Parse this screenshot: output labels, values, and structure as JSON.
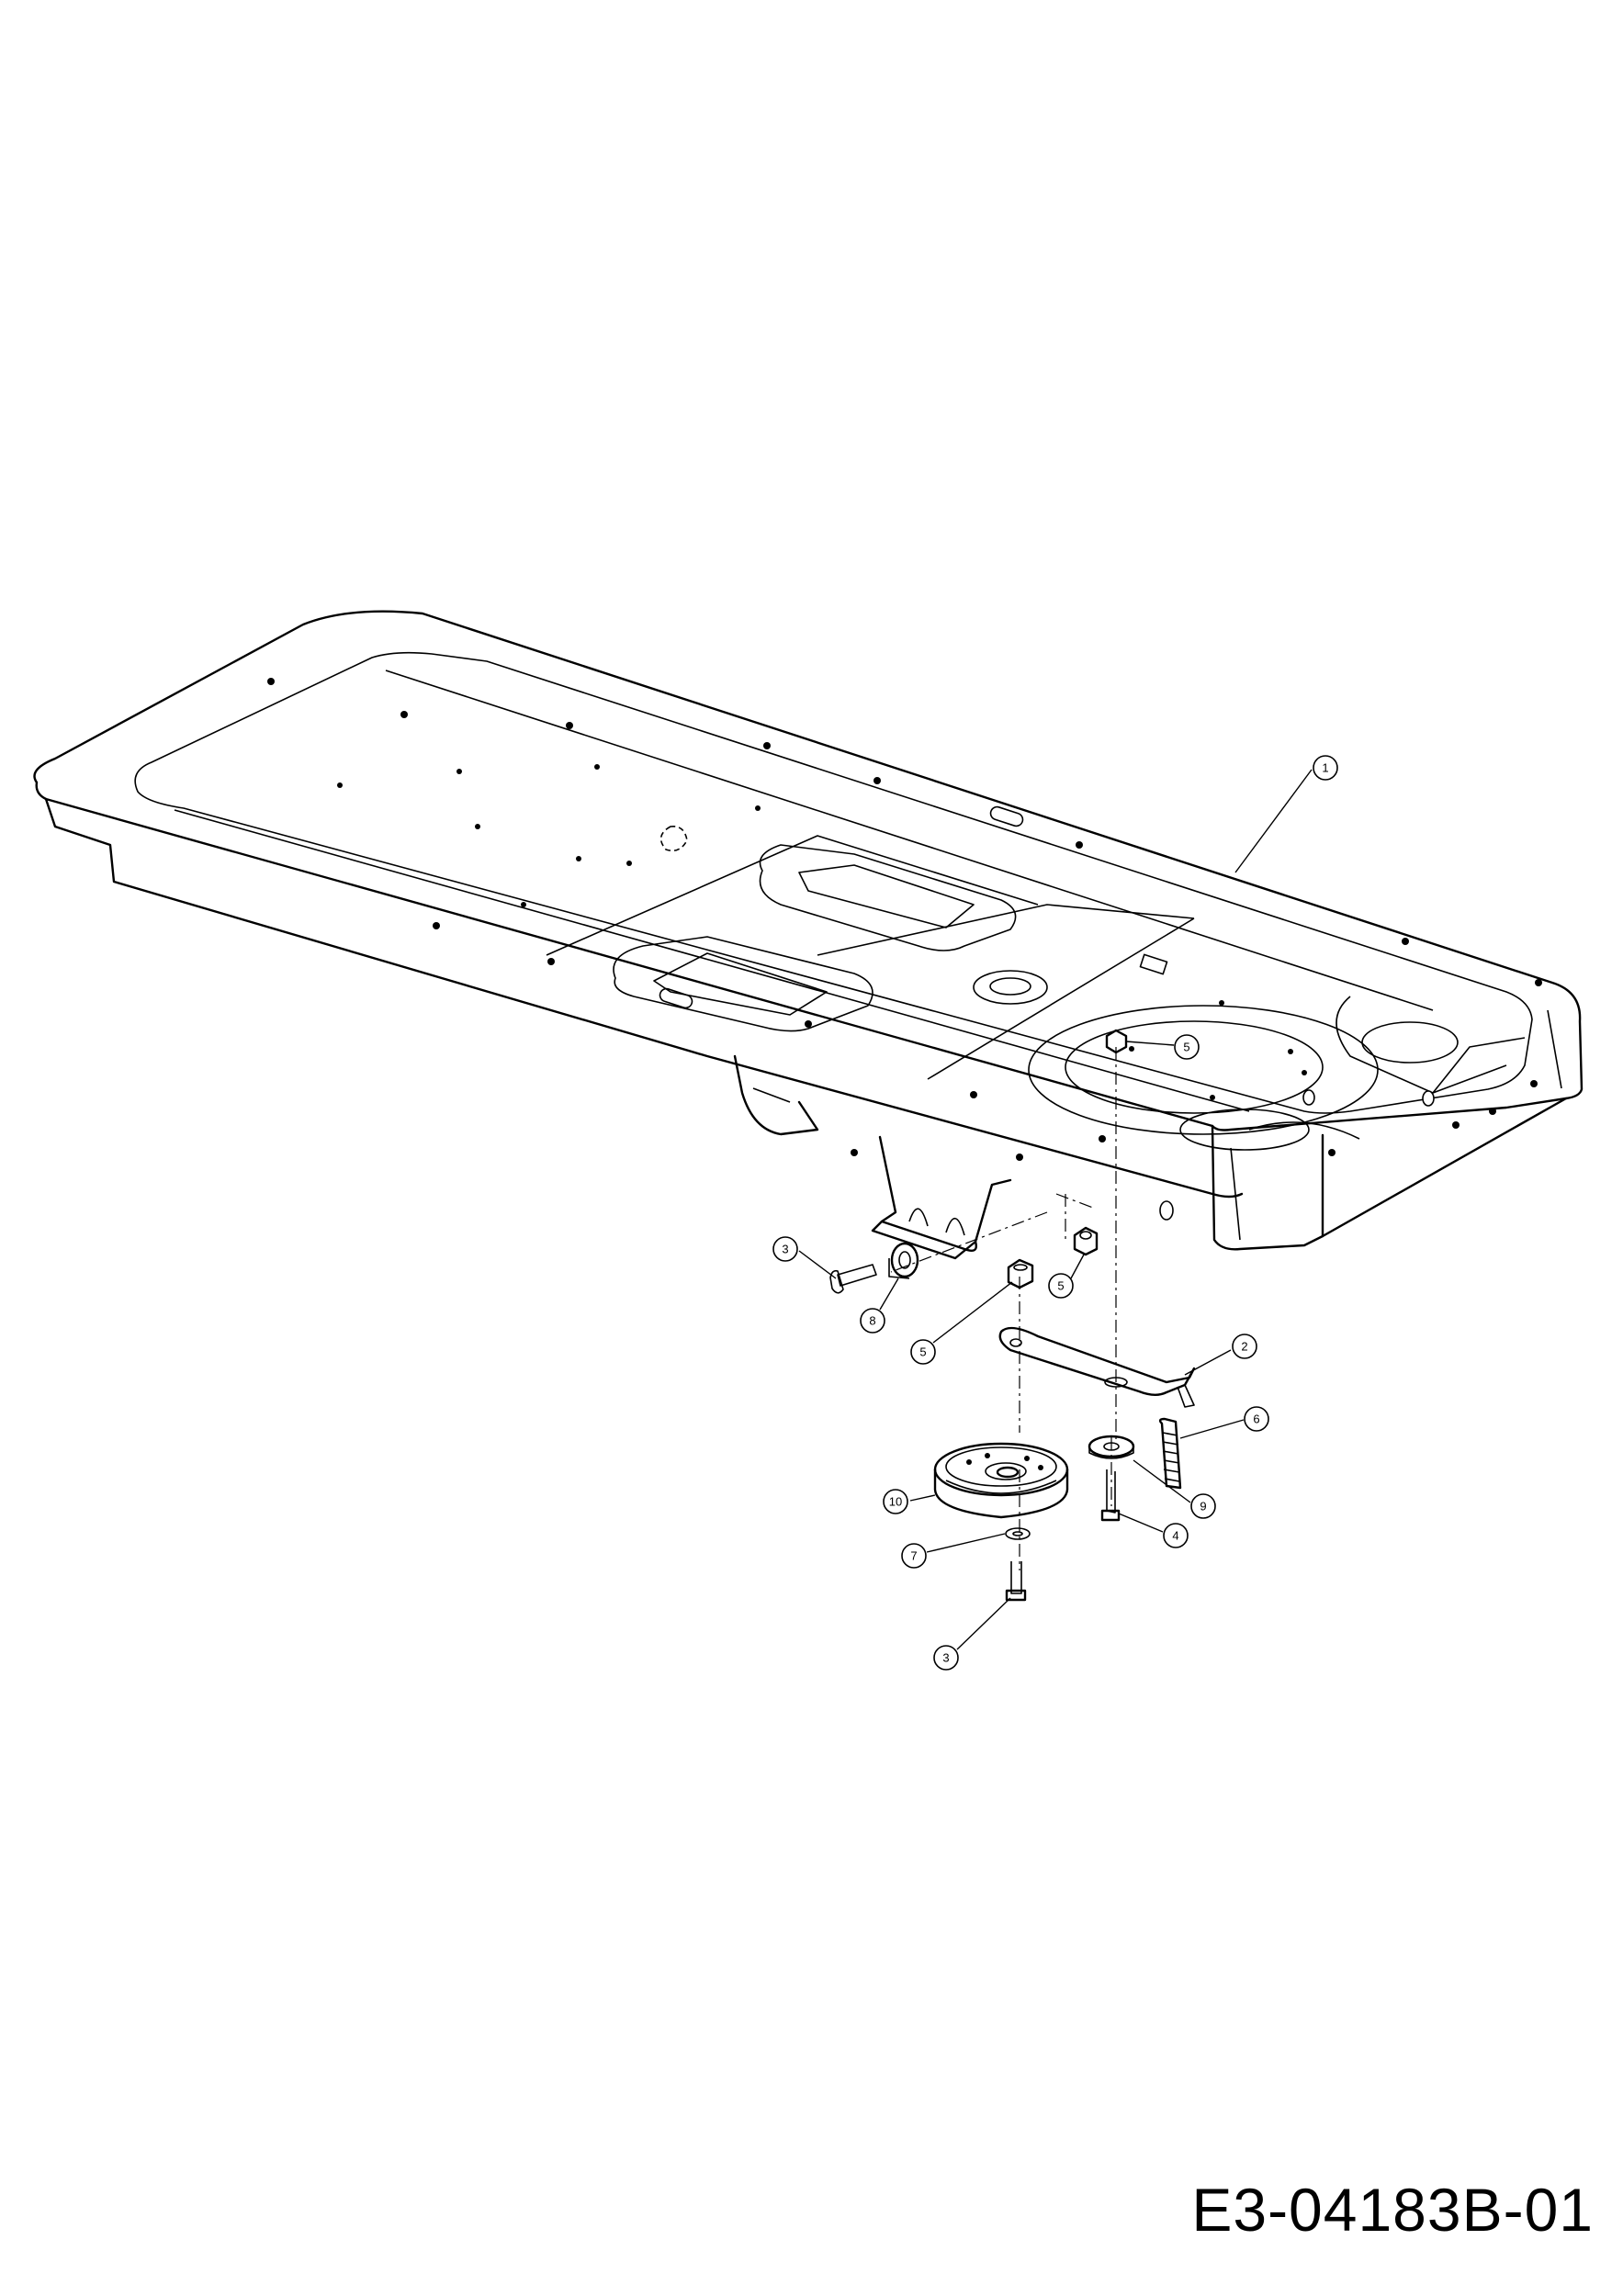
{
  "drawing_id": "E3-04183B-01",
  "callouts": [
    {
      "label": "1"
    },
    {
      "label": "2"
    },
    {
      "label": "3"
    },
    {
      "label": "3"
    },
    {
      "label": "4"
    },
    {
      "label": "5"
    },
    {
      "label": "5"
    },
    {
      "label": "5"
    },
    {
      "label": "6"
    },
    {
      "label": "7"
    },
    {
      "label": "8"
    },
    {
      "label": "9"
    },
    {
      "label": "10"
    }
  ]
}
